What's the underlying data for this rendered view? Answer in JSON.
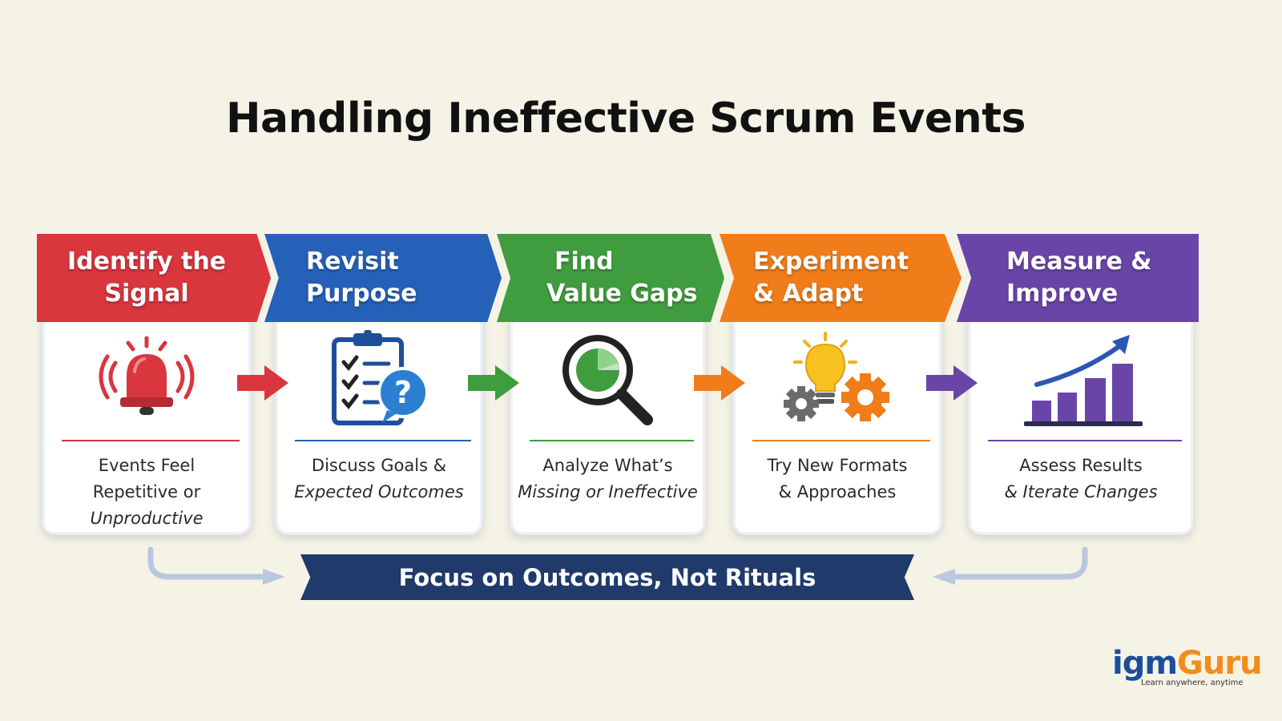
{
  "title": "Handling Ineffective Scrum Events",
  "steps": [
    {
      "header_line1": "Identify the",
      "header_line2": "Signal",
      "text_line1": "Events Feel",
      "text_line2": "Repetitive or",
      "text_line3": "Unproductive",
      "color": "#d9363e",
      "icon": "alarm-bell-icon"
    },
    {
      "header_line1": "Revisit",
      "header_line2": "Purpose",
      "text_line1": "Discuss Goals &",
      "text_line2": "Expected Outcomes",
      "color": "#2561b8",
      "icon": "checklist-question-icon"
    },
    {
      "header_line1": "Find",
      "header_line2": "Value Gaps",
      "text_line1": "Analyze What’s",
      "text_line2": "Missing or Ineffective",
      "color": "#3f9d3f",
      "icon": "magnifier-chart-icon"
    },
    {
      "header_line1": "Experiment",
      "header_line2": "& Adapt",
      "text_line1": "Try New Formats",
      "text_line2": "& Approaches",
      "color": "#f07c1a",
      "icon": "lightbulb-gears-icon"
    },
    {
      "header_line1": "Measure &",
      "header_line2": "Improve",
      "text_line1": "Assess Results",
      "text_line2": "& Iterate Changes",
      "color": "#6a45a8",
      "icon": "growth-chart-icon"
    }
  ],
  "focus_banner": "Focus on Outcomes, Not Rituals",
  "logo": {
    "part1": "igm",
    "part2": "Guru",
    "tagline": "Learn anywhere, anytime"
  }
}
